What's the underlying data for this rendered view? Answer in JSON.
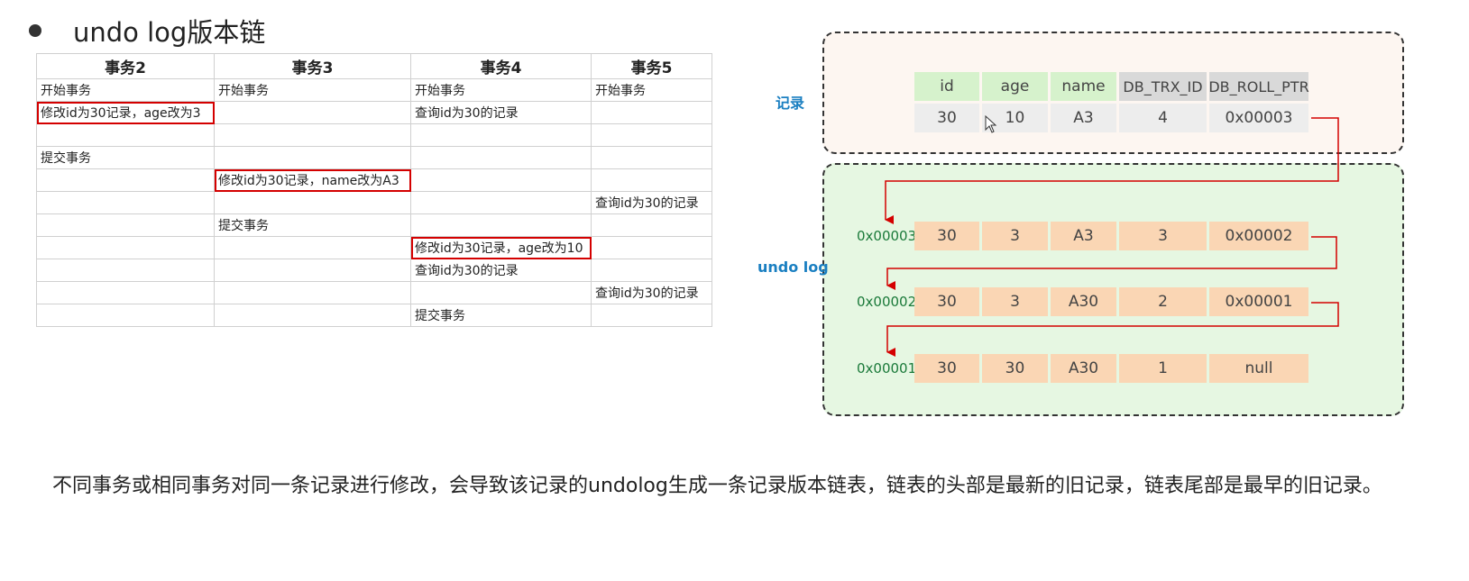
{
  "title": "undo log版本链",
  "tx_table": {
    "headers": [
      "事务2",
      "事务3",
      "事务4",
      "事务5"
    ],
    "rows": [
      [
        "开始事务",
        "开始事务",
        "开始事务",
        "开始事务"
      ],
      [
        "修改id为30记录，age改为3",
        "",
        "查询id为30的记录",
        ""
      ],
      [
        "",
        "",
        "",
        ""
      ],
      [
        "提交事务",
        "",
        "",
        ""
      ],
      [
        "",
        "修改id为30记录，name改为A3",
        "",
        ""
      ],
      [
        "",
        "",
        "",
        "查询id为30的记录"
      ],
      [
        "",
        "提交事务",
        "",
        ""
      ],
      [
        "",
        "",
        "修改id为30记录，age改为10",
        ""
      ],
      [
        "",
        "",
        "查询id为30的记录",
        ""
      ],
      [
        "",
        "",
        "",
        "查询id为30的记录"
      ],
      [
        "",
        "",
        "提交事务",
        ""
      ]
    ]
  },
  "record_label": "记录",
  "undo_label": "undo log",
  "record": {
    "headers": [
      "id",
      "age",
      "name",
      "DB_TRX_ID",
      "DB_ROLL_PTR"
    ],
    "values": [
      "30",
      "10",
      "A3",
      "4",
      "0x00003"
    ]
  },
  "undo_rows": [
    {
      "addr": "0x00003",
      "values": [
        "30",
        "3",
        "A3",
        "3",
        "0x00002"
      ]
    },
    {
      "addr": "0x00002",
      "values": [
        "30",
        "3",
        "A30",
        "2",
        "0x00001"
      ]
    },
    {
      "addr": "0x00001",
      "values": [
        "30",
        "30",
        "A30",
        "1",
        "null"
      ]
    }
  ],
  "paragraph": "不同事务或相同事务对同一条记录进行修改，会导致该记录的undolog生成一条记录版本链表，链表的头部是最新的旧记录，链表尾部是最早的旧记录。",
  "colors": {
    "highlight": "#d40000",
    "label_blue": "#1a7fc1",
    "addr_green": "#1b7a3a",
    "peach": "#fad6b4",
    "header_green": "#d6f2cc"
  }
}
